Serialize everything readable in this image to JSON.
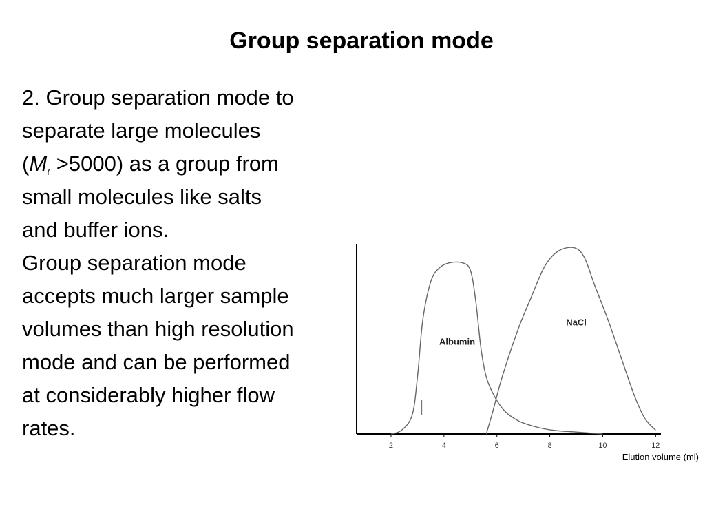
{
  "slide": {
    "title": "Group separation mode",
    "body": {
      "line1": "2. Group separation mode to",
      "line2": "separate large molecules",
      "line3_open": "(",
      "line3_m": "M",
      "line3_sub": "r",
      "line3_rest": " >5000) as a group from",
      "line4": "small molecules like salts",
      "line5": "and buffer ions.",
      "line6": "Group separation mode",
      "line7": "accepts much larger sample",
      "line8": "volumes than high resolution",
      "line9": "mode and can be performed",
      "line10": "at considerably higher flow",
      "line11": "rates."
    }
  },
  "chart_data": {
    "type": "line",
    "xlabel": "Elution volume (ml)",
    "ylabel": "",
    "xlim": [
      0.7,
      12.2
    ],
    "ylim": [
      0,
      1
    ],
    "x_ticks": [
      2,
      4,
      6,
      8,
      10,
      12
    ],
    "x_tick_labels": [
      "2",
      "4",
      "6",
      "8",
      "10",
      "12"
    ],
    "series": [
      {
        "name": "Albumin",
        "label_at": {
          "x": 4.5,
          "y": 0.47
        },
        "points": [
          [
            2.0,
            0.0
          ],
          [
            2.4,
            0.02
          ],
          [
            2.8,
            0.1
          ],
          [
            3.0,
            0.3
          ],
          [
            3.2,
            0.6
          ],
          [
            3.5,
            0.8
          ],
          [
            3.8,
            0.87
          ],
          [
            4.2,
            0.9
          ],
          [
            4.7,
            0.9
          ],
          [
            5.0,
            0.86
          ],
          [
            5.2,
            0.7
          ],
          [
            5.4,
            0.45
          ],
          [
            5.6,
            0.3
          ],
          [
            5.9,
            0.2
          ],
          [
            6.3,
            0.12
          ],
          [
            6.8,
            0.07
          ],
          [
            7.4,
            0.04
          ],
          [
            8.1,
            0.02
          ],
          [
            9.0,
            0.01
          ],
          [
            10.0,
            0.0
          ]
        ]
      },
      {
        "name": "NaCl",
        "label_at": {
          "x": 9.0,
          "y": 0.57
        },
        "points": [
          [
            5.6,
            0.0
          ],
          [
            5.85,
            0.12
          ],
          [
            6.2,
            0.3
          ],
          [
            6.8,
            0.55
          ],
          [
            7.3,
            0.72
          ],
          [
            7.8,
            0.88
          ],
          [
            8.3,
            0.96
          ],
          [
            8.9,
            0.98
          ],
          [
            9.3,
            0.93
          ],
          [
            9.7,
            0.78
          ],
          [
            10.2,
            0.6
          ],
          [
            10.7,
            0.4
          ],
          [
            11.2,
            0.2
          ],
          [
            11.6,
            0.08
          ],
          [
            12.0,
            0.02
          ]
        ]
      }
    ],
    "annotations": [
      {
        "type": "injection-marker",
        "x": 3.15
      }
    ]
  }
}
